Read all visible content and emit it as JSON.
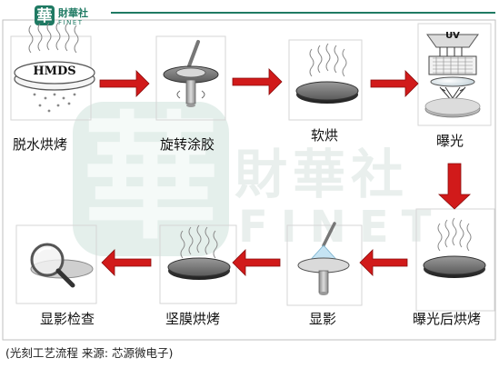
{
  "header": {
    "logo_char": "華",
    "brand_cn": "財華社",
    "brand_en": "FINET"
  },
  "watermark": {
    "logo_char": "華",
    "brand_cn": "財華社",
    "brand_en": "FINET"
  },
  "steps": [
    {
      "label": "脱水烘烤",
      "icon_text": "HMDS"
    },
    {
      "label": "旋转涂胶"
    },
    {
      "label": "软烘"
    },
    {
      "label": "曝光",
      "icon_text": "UV"
    },
    {
      "label": "曝光后烘烤"
    },
    {
      "label": "显影"
    },
    {
      "label": "坚膜烘烤"
    },
    {
      "label": "显影检查"
    }
  ],
  "caption": "(光刻工艺流程  来源: 芯源微电子)",
  "colors": {
    "arrow": "#d11a1a",
    "logo_green": "#1f7a63",
    "watermark": "#d6e8e2",
    "border": "#bfbfbf"
  }
}
